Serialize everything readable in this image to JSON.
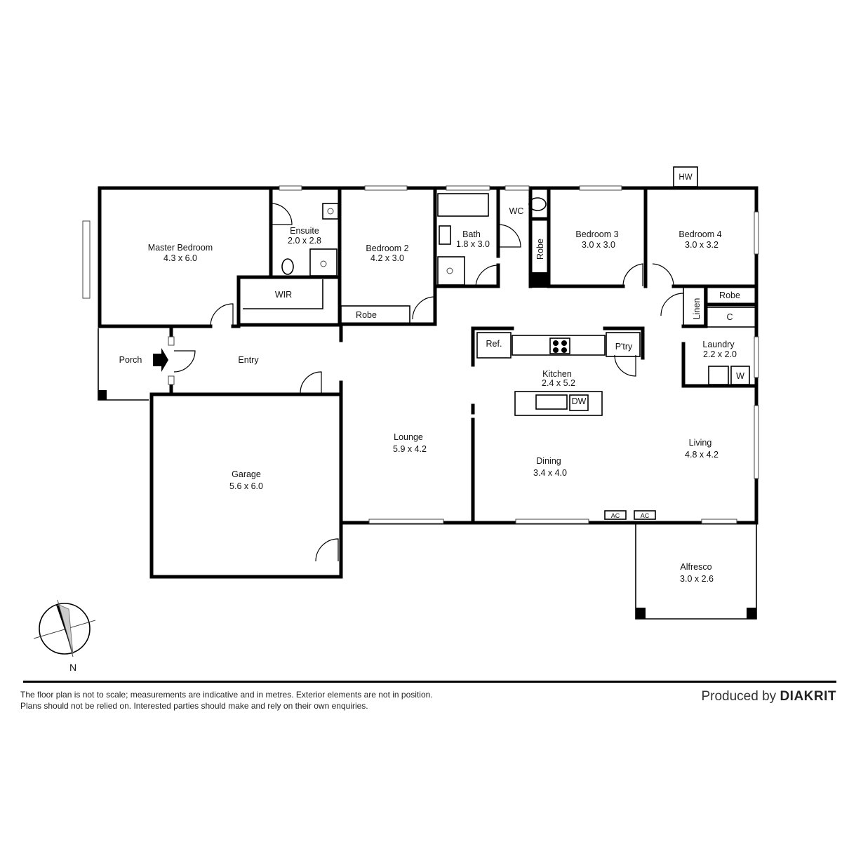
{
  "rooms": {
    "master": {
      "name": "Master Bedroom",
      "dims": "4.3 x 6.0"
    },
    "ensuite": {
      "name": "Ensuite",
      "dims": "2.0 x 2.8"
    },
    "wir": {
      "name": "WIR"
    },
    "bed2": {
      "name": "Bedroom 2",
      "dims": "4.2 x 3.0"
    },
    "bed2_robe": {
      "name": "Robe"
    },
    "bath": {
      "name": "Bath",
      "dims": "1.8 x 3.0"
    },
    "wc": {
      "name": "WC"
    },
    "bed3_robe": {
      "name": "Robe"
    },
    "bed3": {
      "name": "Bedroom 3",
      "dims": "3.0 x 3.0"
    },
    "bed4": {
      "name": "Bedroom 4",
      "dims": "3.0 x 3.2"
    },
    "bed4_robe": {
      "name": "Robe"
    },
    "linen": {
      "name": "Linen"
    },
    "cupboard": {
      "name": "C"
    },
    "laundry": {
      "name": "Laundry",
      "dims": "2.2 x 2.0"
    },
    "washer": {
      "name": "W"
    },
    "hw": {
      "name": "HW"
    },
    "porch": {
      "name": "Porch"
    },
    "entry": {
      "name": "Entry"
    },
    "garage": {
      "name": "Garage",
      "dims": "5.6 x 6.0"
    },
    "lounge": {
      "name": "Lounge",
      "dims": "5.9 x 4.2"
    },
    "kitchen": {
      "name": "Kitchen",
      "dims": "2.4 x 5.2"
    },
    "fridge": {
      "name": "Ref."
    },
    "pantry": {
      "name": "P'try"
    },
    "dishwasher": {
      "name": "DW"
    },
    "dining": {
      "name": "Dining",
      "dims": "3.4 x 4.0"
    },
    "living": {
      "name": "Living",
      "dims": "4.8 x 4.2"
    },
    "ac1": {
      "name": "AC"
    },
    "ac2": {
      "name": "AC"
    },
    "alfresco": {
      "name": "Alfresco",
      "dims": "3.0 x 2.6"
    }
  },
  "compass": {
    "label": "N"
  },
  "footer": {
    "disclaimer_line1": "The floor plan is not to scale; measurements are indicative and in metres. Exterior elements are not in position.",
    "disclaimer_line2": "Plans should not be relied on. Interested parties should make and rely on their own enquiries.",
    "produced_by": "Produced by",
    "brand": "DIAKRIT"
  }
}
